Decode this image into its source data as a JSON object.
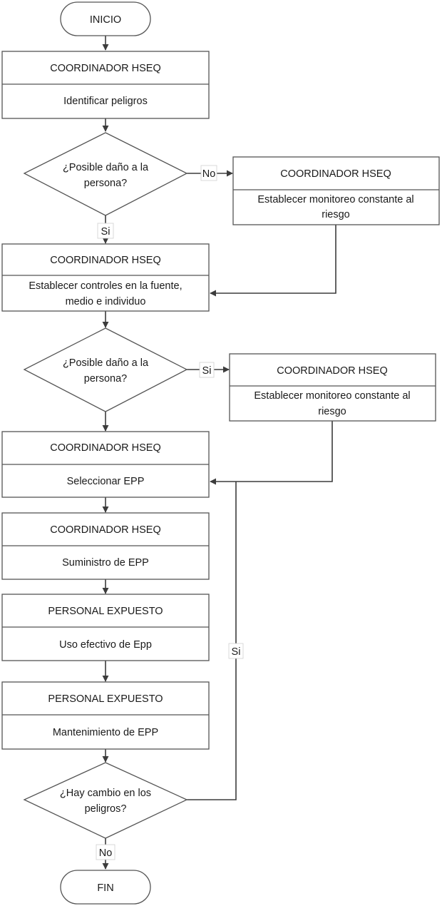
{
  "start": {
    "label": "INICIO"
  },
  "end": {
    "label": "FIN"
  },
  "steps": [
    {
      "role": "COORDINADOR HSEQ",
      "action_lines": [
        "Identificar peligros"
      ]
    },
    {
      "role": "COORDINADOR HSEQ",
      "action_lines": [
        "Establecer monitoreo constante al",
        "riesgo"
      ]
    },
    {
      "role": "COORDINADOR HSEQ",
      "action_lines": [
        "Establecer controles en la fuente,",
        "medio e individuo"
      ]
    },
    {
      "role": "COORDINADOR HSEQ",
      "action_lines": [
        "Establecer monitoreo constante al",
        "riesgo"
      ]
    },
    {
      "role": "COORDINADOR HSEQ",
      "action_lines": [
        "Seleccionar EPP"
      ]
    },
    {
      "role": "COORDINADOR HSEQ",
      "action_lines": [
        "Suministro de EPP"
      ]
    },
    {
      "role": "PERSONAL EXPUESTO",
      "action_lines": [
        "Uso efectivo de Epp"
      ]
    },
    {
      "role": "PERSONAL EXPUESTO",
      "action_lines": [
        "Mantenimiento de EPP"
      ]
    }
  ],
  "decisions": [
    {
      "lines": [
        "¿Posible daño a la",
        "persona?"
      ]
    },
    {
      "lines": [
        "¿Posible daño a la",
        "persona?"
      ]
    },
    {
      "lines": [
        "¿Hay cambio en los",
        "peligros?"
      ]
    }
  ],
  "connector_labels": {
    "d1_right": "No",
    "d1_down": "Si",
    "d2_right": "Si",
    "d3_loop": "Si",
    "d3_down": "No"
  }
}
